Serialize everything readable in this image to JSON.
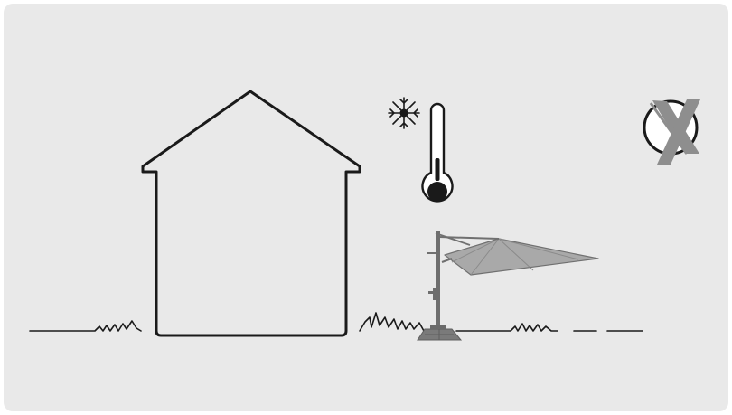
{
  "scene": {
    "background": "#e9e9e9",
    "line_color": "#1a1a1a",
    "umbrella_frame_color": "#707070",
    "umbrella_canopy_color": "#a9a9a9",
    "elements": [
      {
        "name": "house-outline",
        "icon": "house-icon"
      },
      {
        "name": "thermometer-cold",
        "icon": "thermometer-icon"
      },
      {
        "name": "snowflake",
        "icon": "snowflake-icon"
      },
      {
        "name": "cantilever-umbrella",
        "icon": "umbrella-icon"
      },
      {
        "name": "not-allowed-marker",
        "icon": "x-circle-icon"
      }
    ],
    "status": "not-allowed"
  }
}
